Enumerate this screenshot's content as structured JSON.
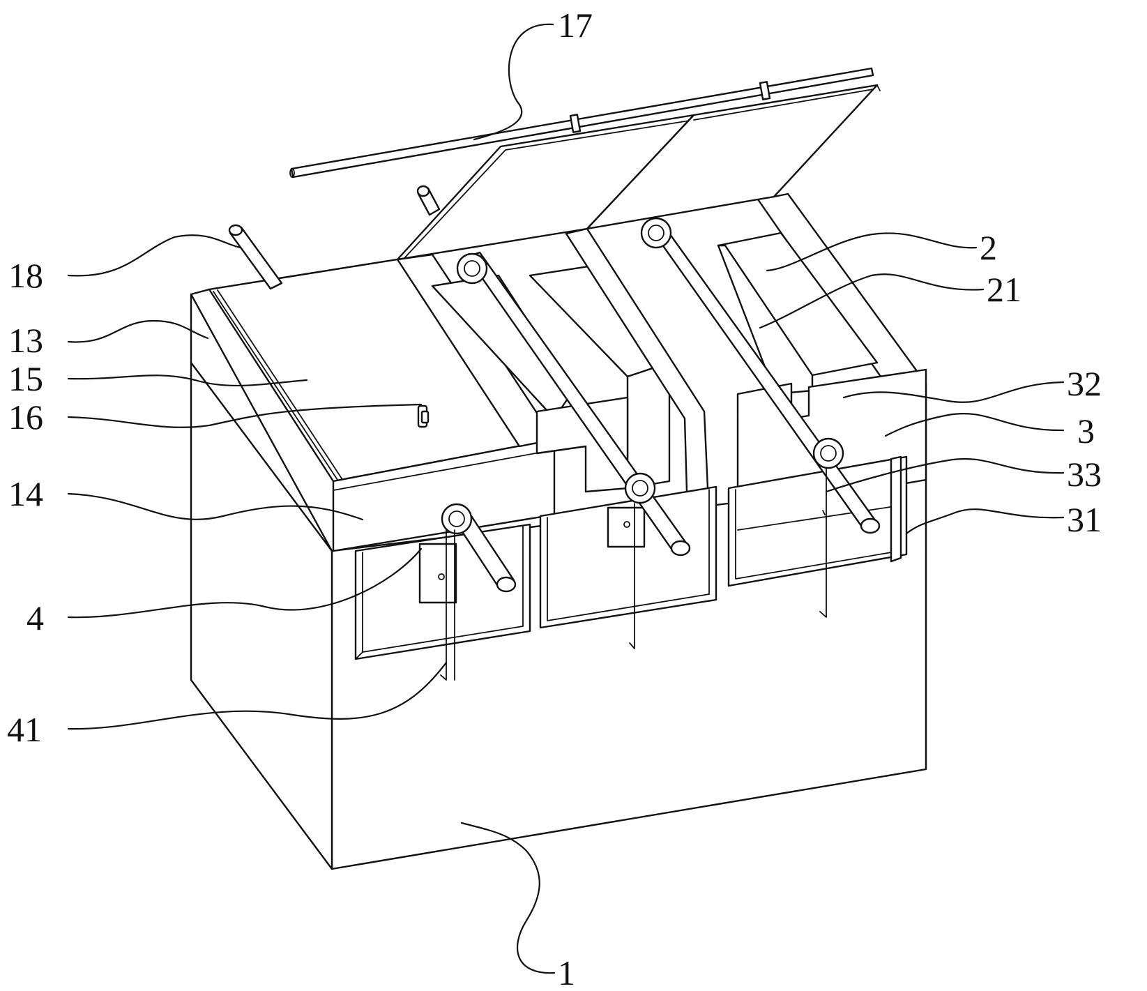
{
  "callouts": {
    "c17": "17",
    "c18": "18",
    "c13": "13",
    "c15": "15",
    "c16": "16",
    "c14": "14",
    "c4": "4",
    "c41": "41",
    "c2": "2",
    "c21": "21",
    "c32": "32",
    "c3": "3",
    "c33": "33",
    "c31": "31",
    "c1": "1"
  },
  "colors": {
    "line": "#111111",
    "background": "#ffffff"
  }
}
